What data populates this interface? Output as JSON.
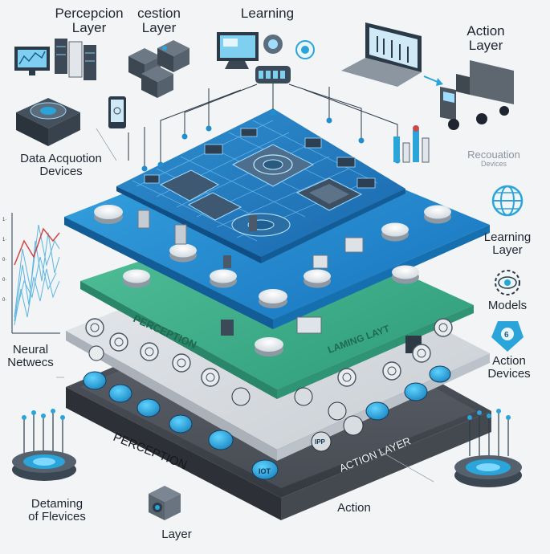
{
  "labels": {
    "perception_layer": [
      "Percepcion",
      "Layer"
    ],
    "cestion_layer": [
      "cestion",
      "Layer"
    ],
    "learning_top": "Learning",
    "action_layer": [
      "Action",
      "Layer"
    ],
    "data_acquisition": [
      "Data Acquotion",
      "Devices"
    ],
    "recouation": [
      "Recouation",
      "Devices"
    ],
    "learning_layer": [
      "Learning",
      "Layer"
    ],
    "models": "Models",
    "action_devices": [
      "Action",
      "Devices"
    ],
    "neural_networks": [
      "Neural",
      "Netwecs"
    ],
    "detaming": [
      "Detaming",
      "of Flevices"
    ],
    "layer_bottom": "Layer",
    "action_bottom": "Action"
  },
  "layer_text": {
    "green_perception": "PERCEPTION",
    "green_learning": "LAMING LAYT",
    "base_perception": "PERCEPTION",
    "base_action": "ACTION LAYER",
    "iot": "IOT",
    "chip_ipp": "IPP"
  },
  "colors": {
    "blue_layer": "#1f8fd0",
    "blue_dark": "#1565a6",
    "green_layer": "#3fb08a",
    "grey_layer": "#d7dbe0",
    "base_dark": "#4a4f57",
    "accent": "#2aa4d9"
  }
}
